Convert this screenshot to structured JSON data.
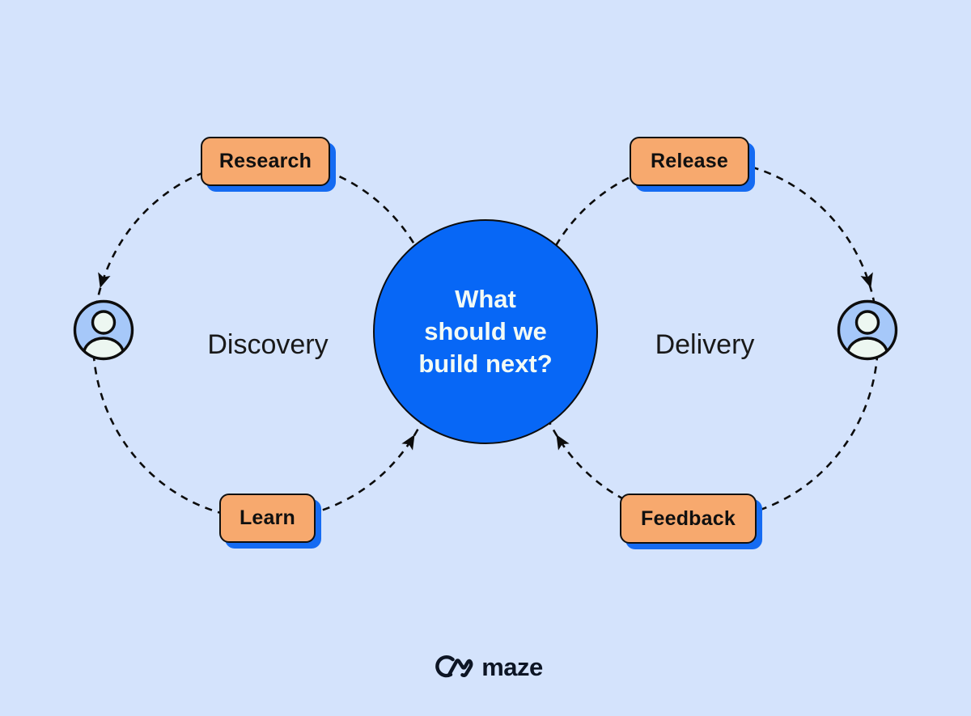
{
  "colors": {
    "background": "#D4E3FC",
    "center_node_fill": "#0767F6",
    "center_node_text": "#F2FAF5",
    "badge_fill": "#F7A96E",
    "badge_shadow": "#156BF2",
    "badge_border": "#101010",
    "dashed_line": "#0C0C0C",
    "avatar_fill": "#A6C8F9",
    "avatar_figure": "#EDF7F1",
    "logo_color": "#0D1524"
  },
  "center_node": {
    "lines": [
      "What",
      "should we",
      "build next?"
    ]
  },
  "left_loop": {
    "label": "Discovery",
    "top_badge": "Research",
    "bottom_badge": "Learn",
    "icon": "user-avatar-icon"
  },
  "right_loop": {
    "label": "Delivery",
    "top_badge": "Release",
    "bottom_badge": "Feedback",
    "icon": "user-avatar-icon"
  },
  "logo": {
    "brand": "maze",
    "icon": "maze-logo-icon"
  }
}
